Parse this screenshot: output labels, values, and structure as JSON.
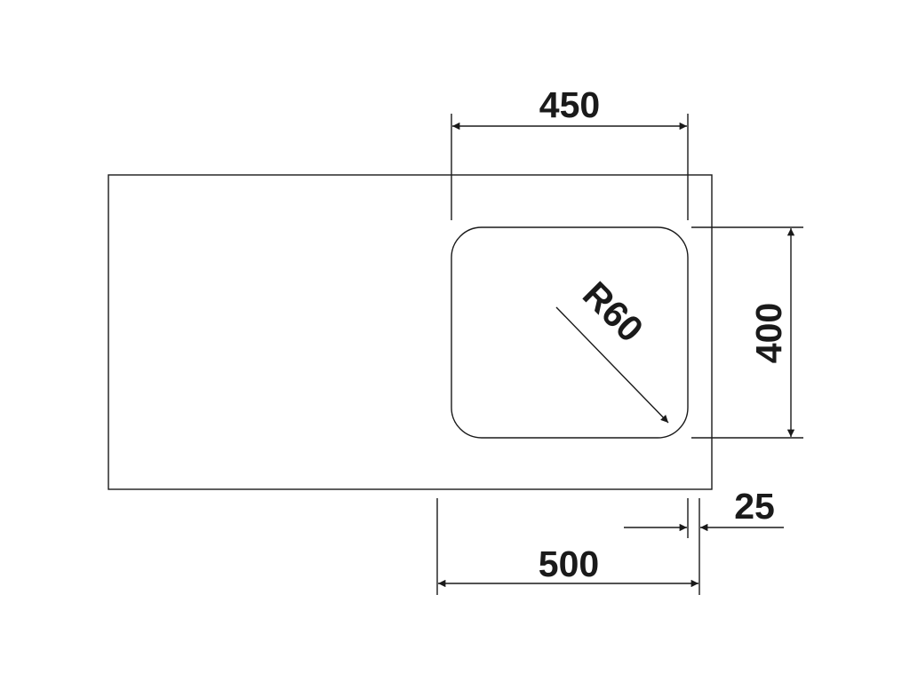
{
  "dimensions": {
    "bowl_width": "450",
    "bowl_depth": "400",
    "corner_radius": "R60",
    "cabinet_width": "500",
    "offset": "25"
  },
  "colors": {
    "line": "#1a1a1a",
    "background": "#ffffff"
  }
}
